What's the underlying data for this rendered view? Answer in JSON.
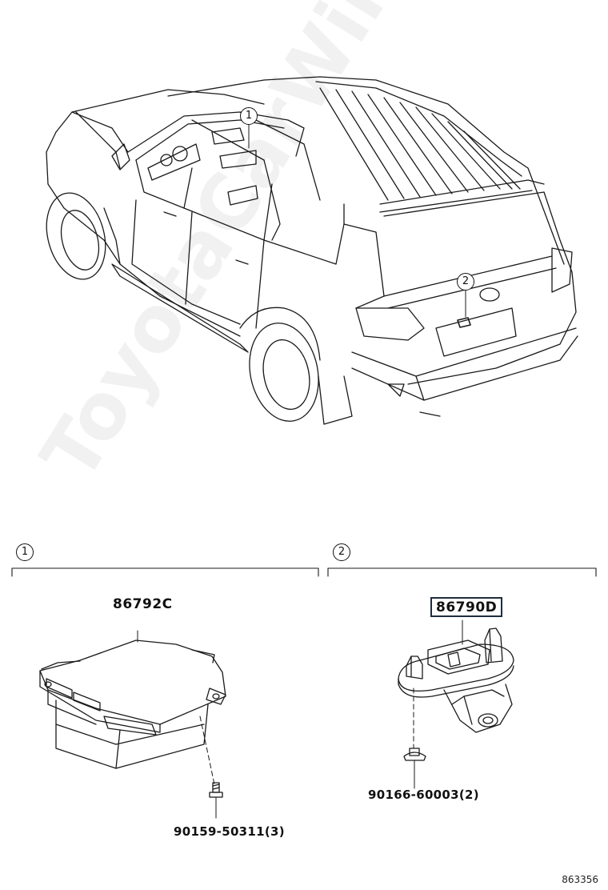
{
  "callouts": {
    "vehicle_1": "1",
    "vehicle_2": "2",
    "section_1": "1",
    "section_2": "2"
  },
  "section1": {
    "part_main": "86792C",
    "part_fastener": "90159-50311(3)"
  },
  "section2": {
    "part_main": "86790D",
    "part_fastener": "90166-60003(2)"
  },
  "figure_number": "863356",
  "watermark": "ToyotaCarWine.ru"
}
